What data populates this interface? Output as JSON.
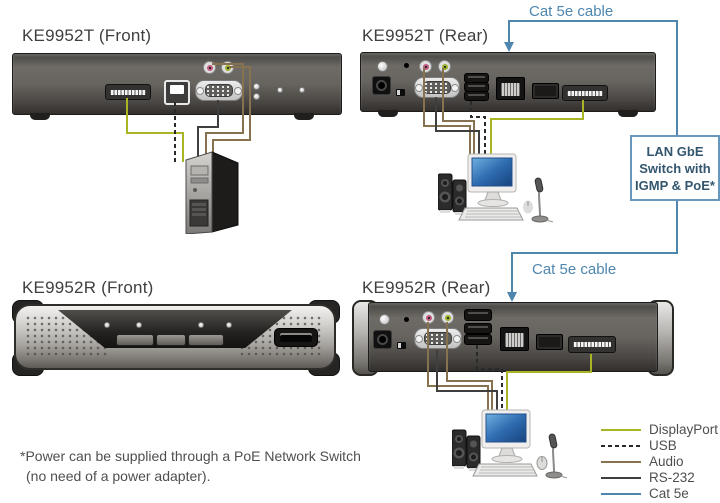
{
  "devices": {
    "tx_front": {
      "title": "KE9952T (Front)"
    },
    "tx_rear": {
      "title": "KE9952T (Rear)"
    },
    "rx_front": {
      "title": "KE9952R (Front)"
    },
    "rx_rear": {
      "title": "KE9952R (Rear)"
    }
  },
  "cables": {
    "cat5e_label_top": "Cat 5e cable",
    "cat5e_label_bottom": "Cat 5e cable"
  },
  "switch_box": {
    "line1": "LAN GbE",
    "line2": "Switch with",
    "line3": "IGMP & PoE*"
  },
  "footnote": {
    "line1": "*Power can be supplied through a PoE Network Switch",
    "line2": "(no need of a power adapter)."
  },
  "legend": {
    "items": [
      {
        "label": "DisplayPort",
        "color": "#a9b524",
        "style": "solid"
      },
      {
        "label": "USB",
        "color": "#2a2a2a",
        "style": "dashed"
      },
      {
        "label": "Audio",
        "color": "#87724f",
        "style": "solid"
      },
      {
        "label": "RS-232",
        "color": "#3f3f3f",
        "style": "solid"
      },
      {
        "label": "Cat 5e",
        "color": "#4e86ae",
        "style": "solid"
      }
    ]
  },
  "colors": {
    "displayport": "#a9b524",
    "usb": "#2a2a2a",
    "audio": "#87724f",
    "rs232": "#3f3f3f",
    "cat5e": "#4e86ae",
    "switch_box_border": "#6598bc",
    "switch_box_text": "#33566e",
    "title_text": "#3f3f3f"
  }
}
